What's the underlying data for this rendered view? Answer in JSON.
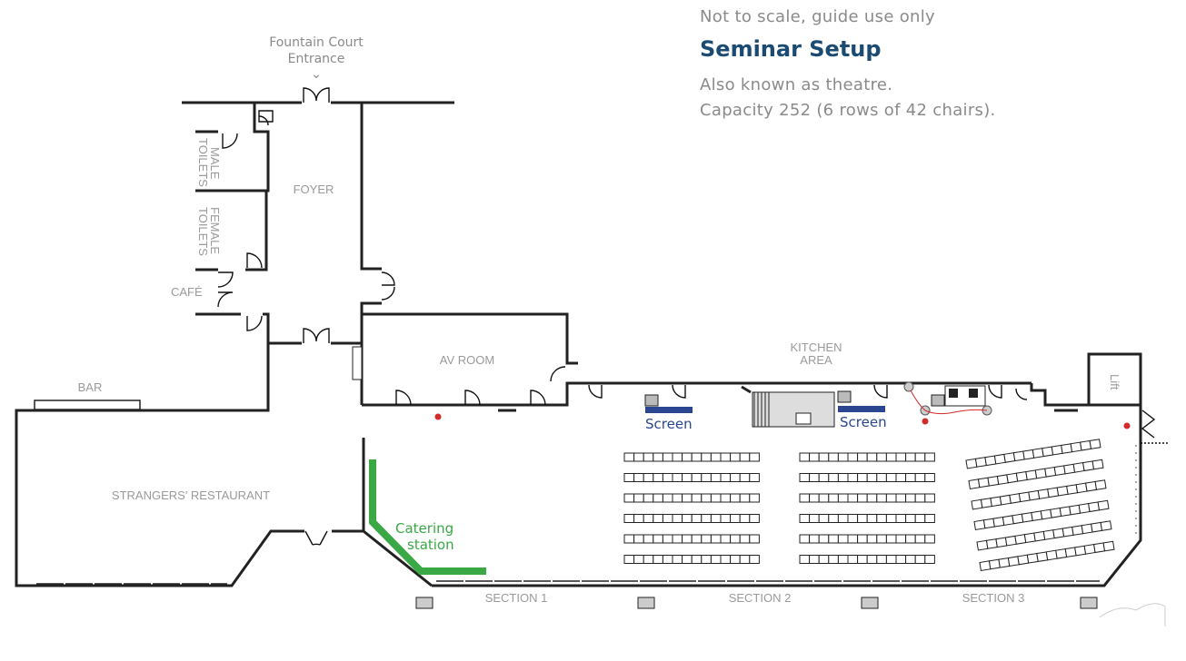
{
  "header": {
    "notice": "Not to scale, guide use only",
    "title": "Seminar Setup",
    "description_line1": "Also known as theatre.",
    "description_line2": "Capacity 252 (6 rows of 42 chairs)."
  },
  "rooms": {
    "entrance_line1": "Fountain Court",
    "entrance_line2": "Entrance",
    "entrance_arrow": "⌄",
    "foyer": "FOYER",
    "male_toilets_line1": "MALE",
    "male_toilets_line2": "TOILETS",
    "female_toilets_line1": "FEMALE",
    "female_toilets_line2": "TOILETS",
    "cafe": "CAFÉ",
    "av_room": "AV ROOM",
    "bar": "BAR",
    "restaurant": "STRANGERS' RESTAURANT",
    "kitchen_line1": "KITCHEN",
    "kitchen_line2": "AREA",
    "lift": "Lift",
    "section1": "SECTION 1",
    "section2": "SECTION 2",
    "section3": "SECTION 3"
  },
  "labels": {
    "screen_left": "Screen",
    "screen_right": "Screen",
    "catering_line1": "Catering",
    "catering_line2": "station"
  },
  "seating": {
    "rows_per_block": 6,
    "chairs_per_row_block1": 14,
    "chairs_per_row_block2": 14,
    "chairs_per_row_block3": 14
  },
  "colors": {
    "screen": "#2a4690",
    "catering": "#3aa845",
    "title": "#1b4a72",
    "exit_marker": "#d42a2a",
    "wall": "#222222",
    "label": "#9a9a9a"
  }
}
